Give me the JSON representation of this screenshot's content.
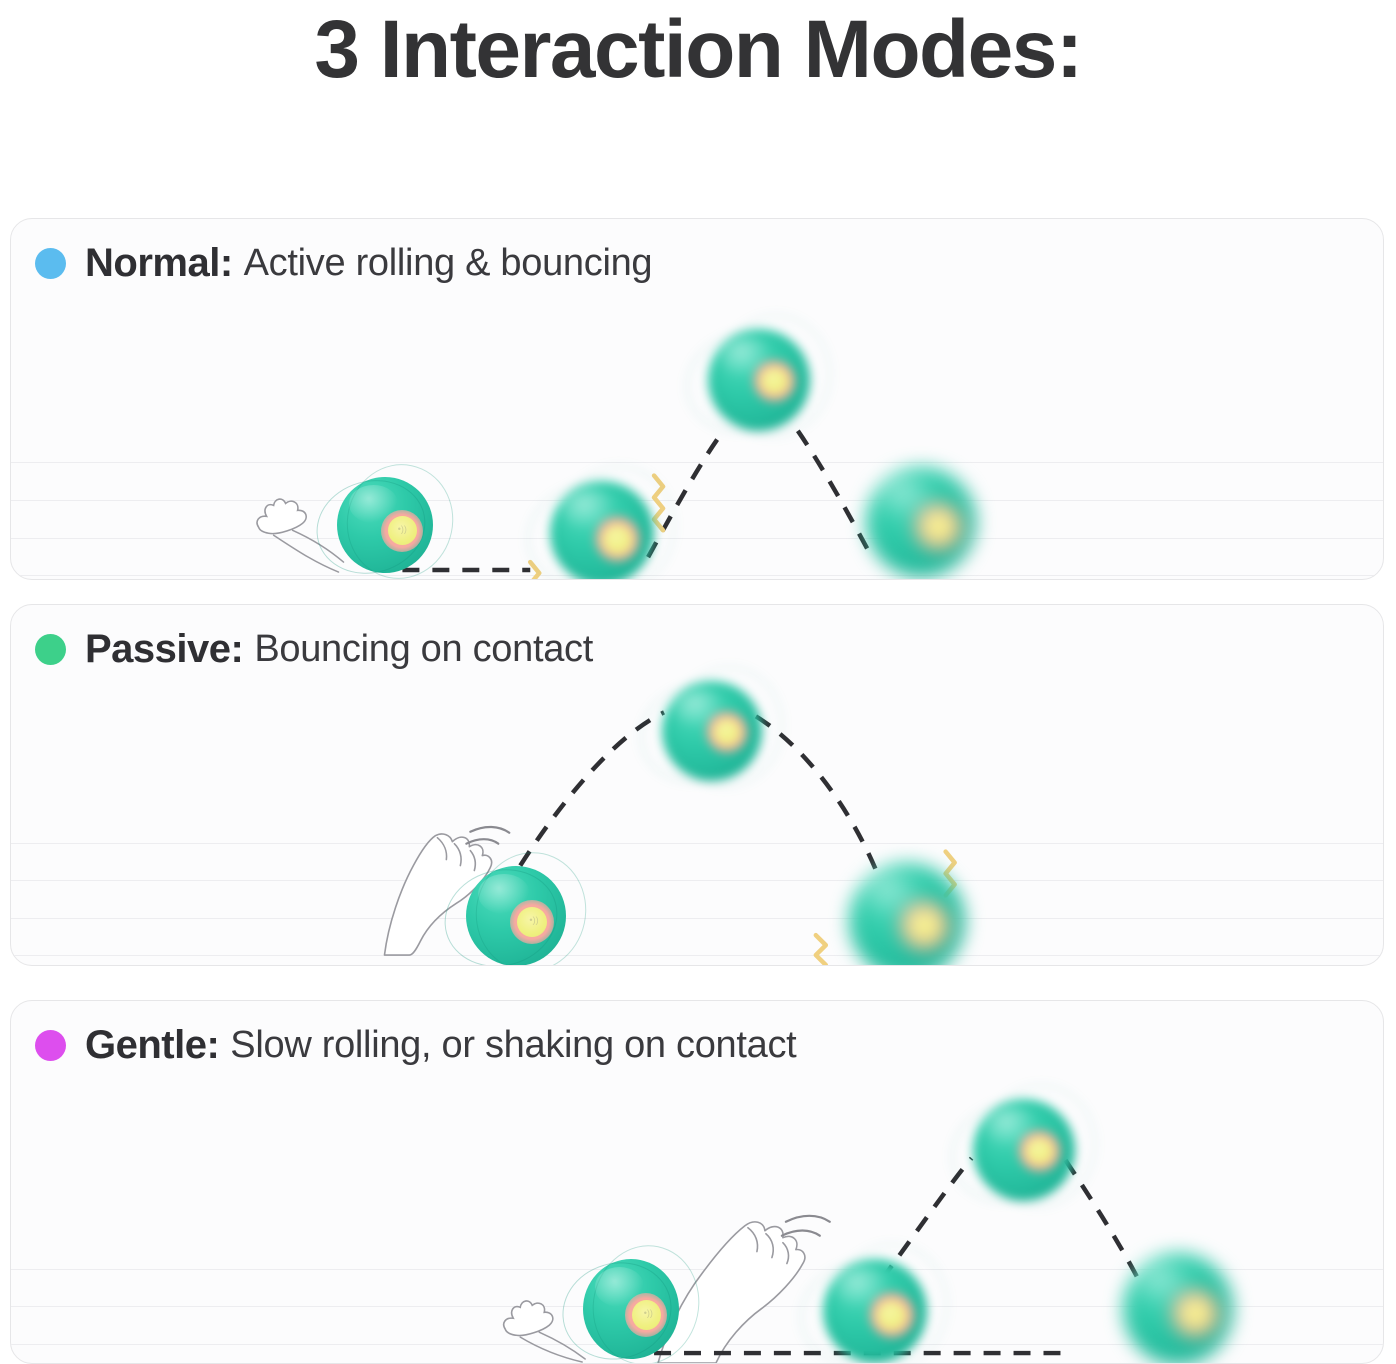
{
  "page": {
    "title": "3 Interaction Modes:",
    "background_color": "#ffffff",
    "title_color": "#333335"
  },
  "modes": [
    {
      "id": "normal",
      "name": "Normal:",
      "description": "Active rolling & bouncing",
      "dot_color": "#5bbcef",
      "dot_icon": "status-dot-icon",
      "scene": {
        "has_paw": true,
        "paw_type": "cat-paw-swipe",
        "ball_count": 4,
        "trajectory": "roll-then-bounce-arc",
        "impact_marks": 2
      }
    },
    {
      "id": "passive",
      "name": "Passive:",
      "description": "Bouncing on contact",
      "dot_color": "#3dd08a",
      "dot_icon": "status-dot-icon",
      "scene": {
        "has_paw": true,
        "paw_type": "cat-leg-tap",
        "ball_count": 3,
        "trajectory": "arc-up-and-down",
        "impact_marks": 2
      }
    },
    {
      "id": "gentle",
      "name": "Gentle:",
      "description": "Slow rolling, or shaking on contact",
      "dot_color": "#dd4eee",
      "dot_icon": "status-dot-icon",
      "scene": {
        "has_paw": true,
        "paw_type": "cat-leg-tap-and-swipe",
        "ball_count": 4,
        "trajectory": "roll-then-bounce-arc",
        "impact_marks": 0
      }
    }
  ],
  "ball": {
    "label": "interactive-pet-ball",
    "body_color": "#2ecaa9",
    "ring_color": "#f7a9a0",
    "core_color": "#eff07f"
  },
  "style": {
    "card_border_color": "#e6e6e8",
    "card_background": "#fcfcfd",
    "rule_color": "#ededf0",
    "trajectory_color": "#2f2f33",
    "impact_color": "#f0d080",
    "paw_outline_color": "#8a8a90"
  }
}
